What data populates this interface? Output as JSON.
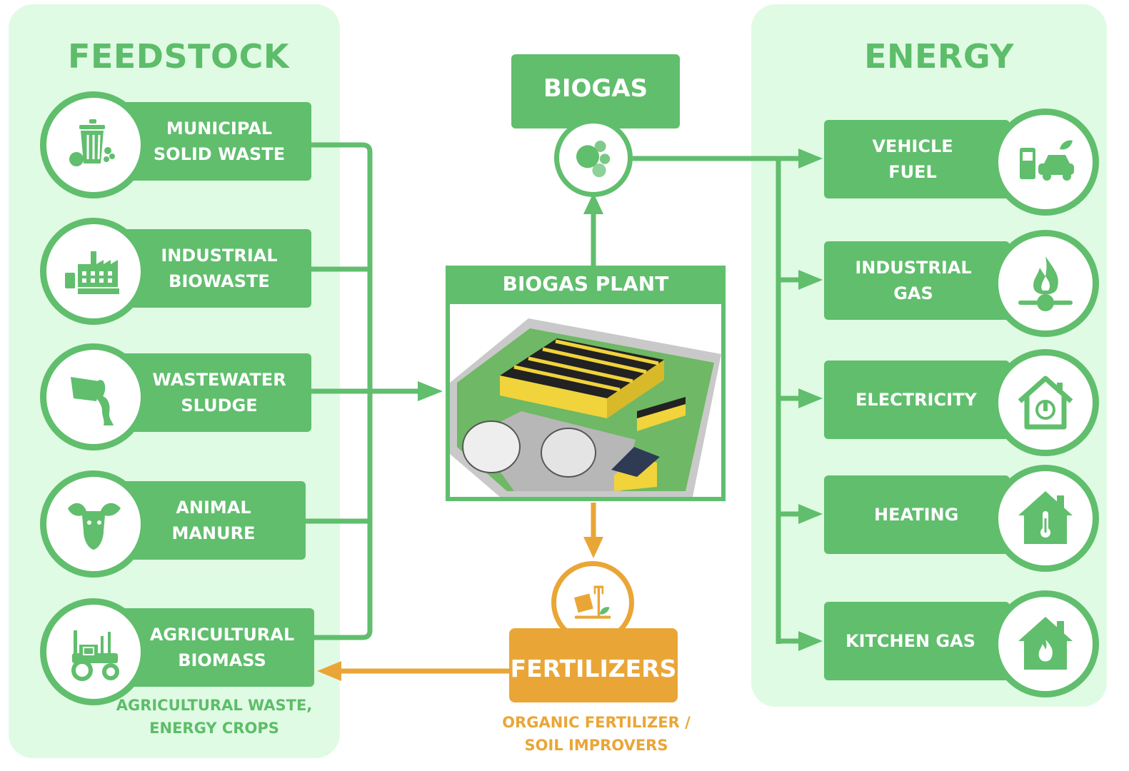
{
  "feedstock": {
    "title": "FEEDSTOCK",
    "items": [
      {
        "line1": "MUNICIPAL",
        "line2": "SOLID WASTE",
        "icon": "trash-bin-icon"
      },
      {
        "line1": "INDUSTRIAL",
        "line2": "BIOWASTE",
        "icon": "factory-icon"
      },
      {
        "line1": "WASTEWATER",
        "line2": "SLUDGE",
        "icon": "sludge-bucket-icon"
      },
      {
        "line1": "ANIMAL",
        "line2": "MANURE",
        "icon": "cow-icon"
      },
      {
        "line1": "AGRICULTURAL",
        "line2": "BIOMASS",
        "icon": "tractor-icon"
      }
    ],
    "caption_line1": "AGRICULTURAL WASTE,",
    "caption_line2": "ENERGY CROPS"
  },
  "center": {
    "biogas_label": "BIOGAS",
    "biogas_icon": "gas-bubbles-icon",
    "plant_title": "BIOGAS PLANT",
    "fertilizers_label": "FERTILIZERS",
    "fertilizer_icon": "fertilizer-fork-icon",
    "fert_caption_line1": "ORGANIC FERTILIZER /",
    "fert_caption_line2": "SOIL IMPROVERS"
  },
  "energy": {
    "title": "ENERGY",
    "items": [
      {
        "line1": "VEHICLE",
        "line2": "FUEL",
        "icon": "fuel-car-icon"
      },
      {
        "line1": "INDUSTRIAL",
        "line2": "GAS",
        "icon": "gas-flame-icon"
      },
      {
        "line1": "ELECTRICITY",
        "line2": "",
        "icon": "house-plug-icon"
      },
      {
        "line1": "HEATING",
        "line2": "",
        "icon": "house-thermometer-icon"
      },
      {
        "line1": "KITCHEN GAS",
        "line2": "",
        "icon": "house-flame-icon"
      }
    ]
  },
  "colors": {
    "green": "#60be6d",
    "light_green_panel": "#e0fbe4",
    "title_green": "#5dbd6a",
    "orange": "#e9a637"
  }
}
